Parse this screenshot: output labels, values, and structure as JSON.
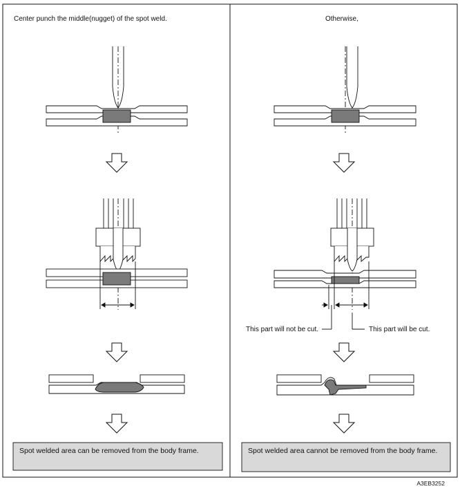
{
  "left": {
    "caption": "Center punch the middle(nugget) of the spot weld.",
    "result": "Spot welded area can be removed from the body frame."
  },
  "right": {
    "caption": "Otherwise,",
    "label_not_cut": "This part will not be cut.",
    "label_cut": "This part will be cut.",
    "result": "Spot welded area cannot be removed from the body frame."
  },
  "figure_code": "A3EB3252",
  "colors": {
    "nugget": "#7a7a7a",
    "result_box": "#d9d9d9",
    "line": "#111111"
  }
}
